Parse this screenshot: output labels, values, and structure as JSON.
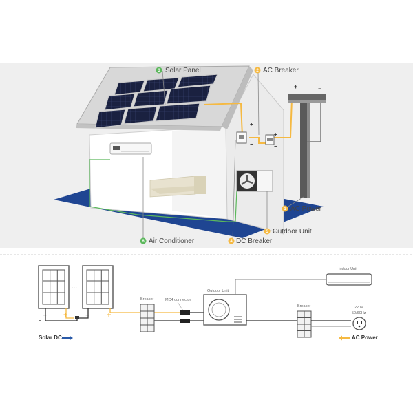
{
  "colors": {
    "green": "#5cb85c",
    "yellow": "#f5b942",
    "navy": "#1f4592",
    "gray_wire": "#888888",
    "accent_arrow": "#2a5aa8"
  },
  "callouts": [
    {
      "num": "3",
      "label": "Solar Panel"
    },
    {
      "num": "2",
      "label": "AC Breaker"
    },
    {
      "num": "1",
      "label": "AC Power"
    },
    {
      "num": "5",
      "label": "Outdoor Unit"
    },
    {
      "num": "6",
      "label": "Air Conditioner"
    },
    {
      "num": "4",
      "label": "DC Breaker"
    }
  ],
  "schematic": {
    "indoor_unit": "Indoor Unit",
    "outdoor_unit": "Outdoor Unit",
    "breaker_left": "Breaker",
    "breaker_right": "Breaker",
    "mc4": "MC4 connector",
    "voltage": "220V",
    "frequency": "50/60Hz",
    "ellipsis": "...",
    "solar_dc": "Solar DC",
    "ac_power": "AC Power",
    "minus": "−",
    "plus": "+"
  }
}
